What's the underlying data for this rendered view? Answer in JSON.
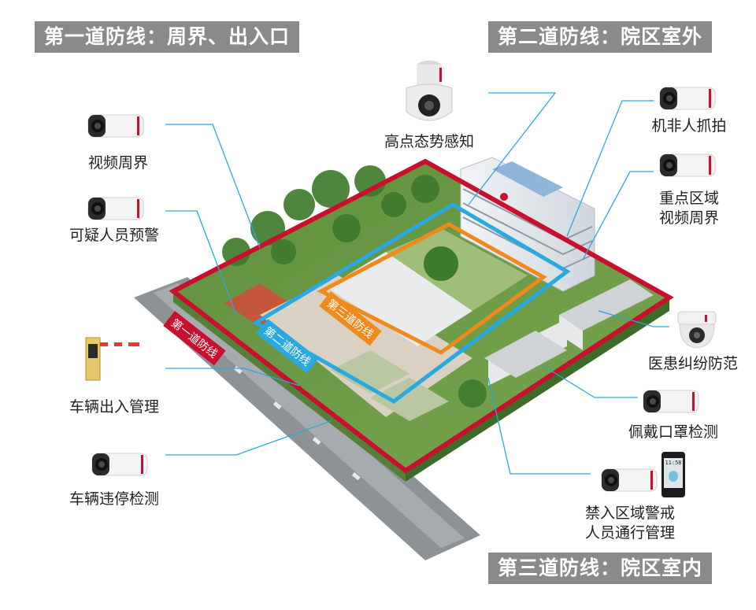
{
  "banners": {
    "first": "第一道防线：周界、出入口",
    "second": "第二道防线：院区室外",
    "third": "第三道防线：院区室内"
  },
  "zone_tags": {
    "first": "第一道防线",
    "second": "第二道防线",
    "third": "第三道防线"
  },
  "devices": {
    "video_perimeter": "视频周界",
    "suspicious_warning": "可疑人员预警",
    "vehicle_access": "车辆出入管理",
    "vehicle_parking": "车辆违停检测",
    "high_point": "高点态势感知",
    "motor_capture": "机非人抓拍",
    "key_area_line1": "重点区域",
    "key_area_line2": "视频周界",
    "medical_dispute": "医患纠纷防范",
    "mask_detection": "佩戴口罩检测",
    "restricted_line1": "禁入区域警戒",
    "restricted_line2": "人员通行管理"
  },
  "terminal_time": "11:58",
  "colors": {
    "first_line": "#c8102e",
    "second_line": "#2aa8e0",
    "third_line": "#f08a1c",
    "banner": "#8a8a8a"
  }
}
